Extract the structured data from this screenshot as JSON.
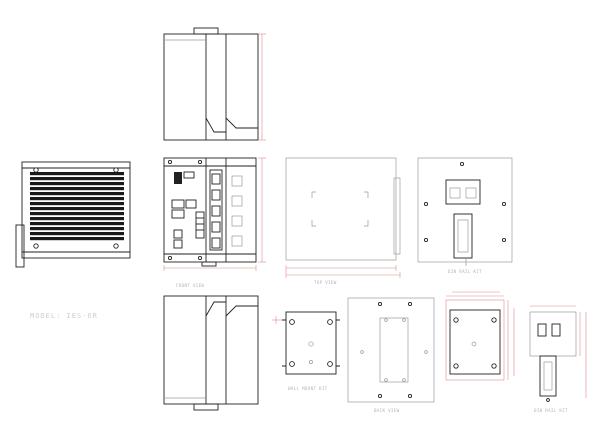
{
  "model_label": "MODEL: IES-6R",
  "views": {
    "front": "FRONT VIEW",
    "top": "TOP VIEW",
    "back": "BACK VIEW",
    "din_side": "DIN RAIL KIT",
    "wall_side": "WALL MOUNT KIT",
    "rear_din": "DIN RAIL KIT"
  }
}
